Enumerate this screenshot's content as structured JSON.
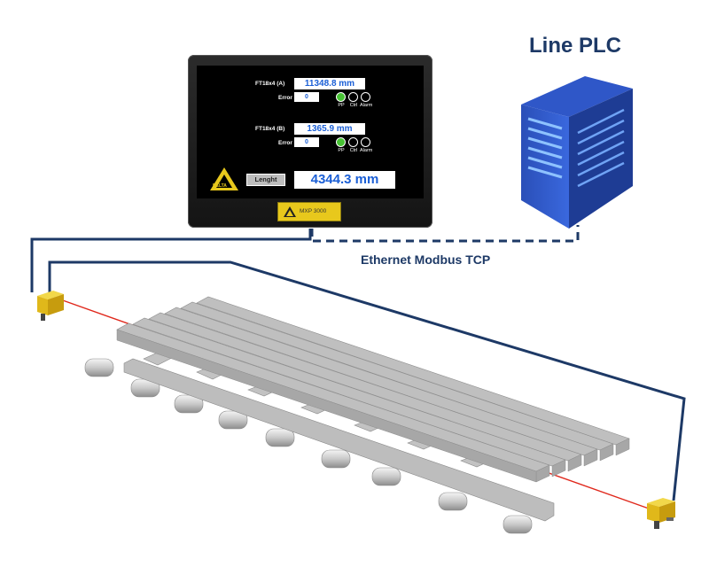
{
  "plc": {
    "title": "Line PLC"
  },
  "connection": {
    "label": "Ethernet Modbus TCP"
  },
  "hmi": {
    "sensor_a": {
      "label": "FT18x4 (A)",
      "reading": "11348.8 mm",
      "error_label": "Error",
      "error_value": "0"
    },
    "sensor_b": {
      "label": "FT18x4 (B)",
      "reading": "1365.9 mm",
      "error_label": "Error",
      "error_value": "0"
    },
    "leds": [
      "PP",
      "Ctrl",
      "Alarm"
    ],
    "length_button": "Lenght",
    "length_value": "4344.3 mm",
    "logo_text": "DELTA",
    "model": "MXP 3000"
  },
  "colors": {
    "cable": "#1d3966",
    "laser": "#e0281c",
    "led_on": "#47c234",
    "server": "#2c53c2",
    "sensor": "#e8c81c"
  }
}
